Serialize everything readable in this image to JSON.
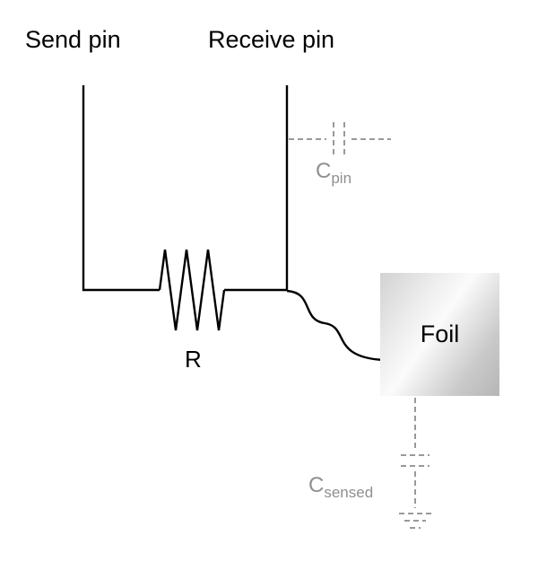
{
  "diagram": {
    "labels": {
      "send_pin": "Send pin",
      "receive_pin": "Receive pin",
      "resistor": "R",
      "foil": "Foil",
      "c_pin_main": "C",
      "c_pin_sub": "pin",
      "c_sensed_main": "C",
      "c_sensed_sub": "sensed"
    },
    "colors": {
      "wire": "#000000",
      "dashed": "#999999",
      "label_gray": "#8f8f8f",
      "foil_light": "#fbfbfb",
      "foil_dark": "#b6b6b6",
      "background": "#ffffff"
    }
  }
}
